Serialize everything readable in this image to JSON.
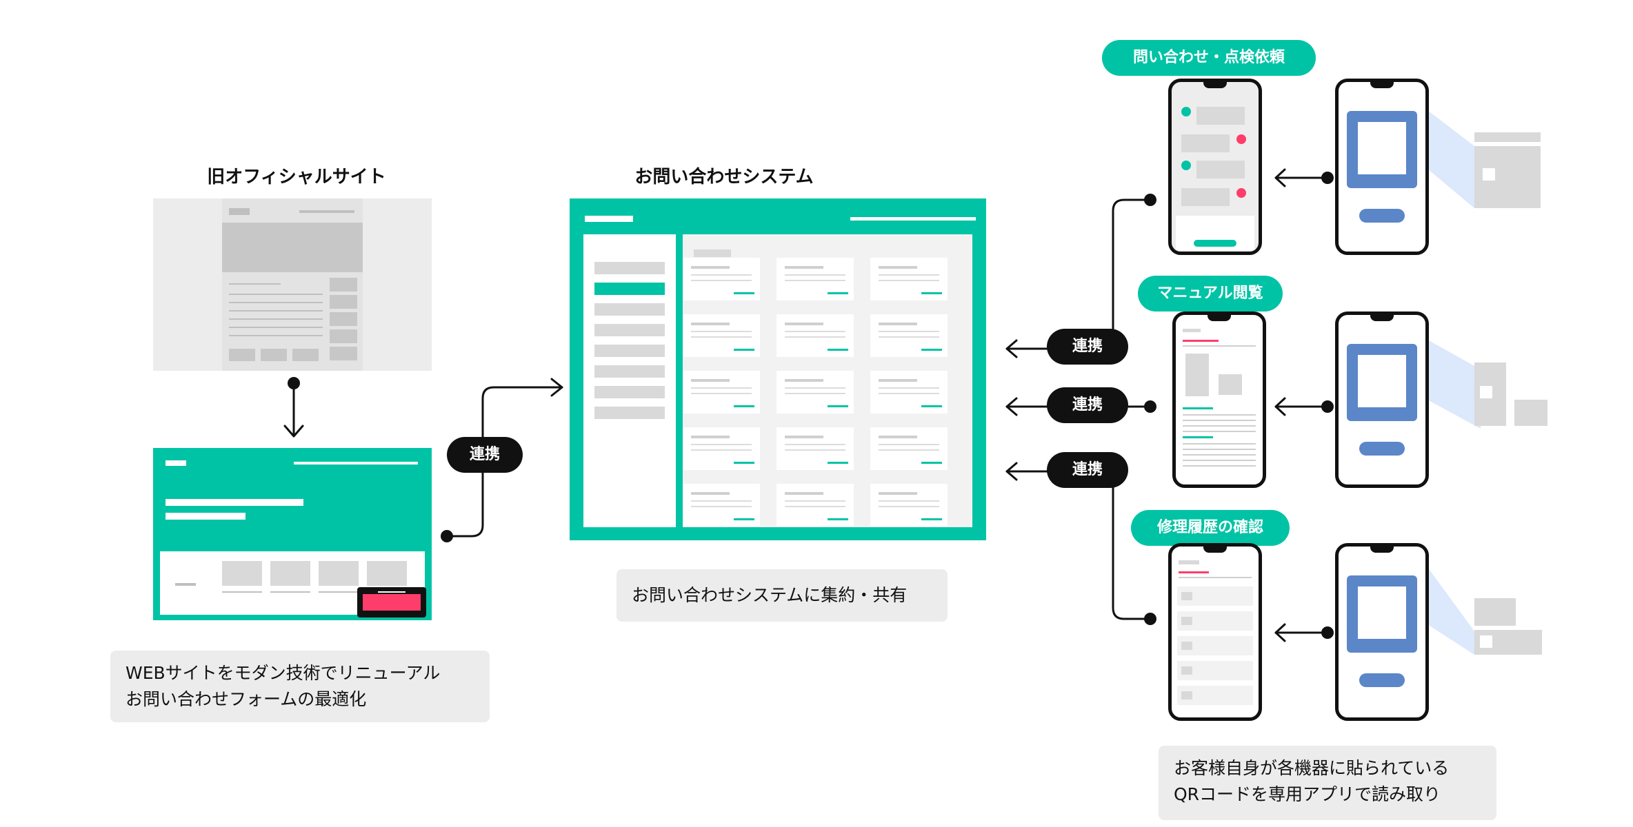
{
  "old_site": {
    "title": "旧オフィシャルサイト"
  },
  "renewal": {
    "note_line1": "WEBサイトをモダン技術でリニューアル",
    "note_line2": "お問い合わせフォームの最適化"
  },
  "system": {
    "title": "お問い合わせシステム",
    "note": "お問い合わせシステムに集約・共有"
  },
  "links": {
    "left": "連携",
    "right_1": "連携",
    "right_2": "連携",
    "right_3": "連携"
  },
  "apps": [
    {
      "label": "問い合わせ・点検依頼"
    },
    {
      "label": "マニュアル閲覧"
    },
    {
      "label": "修理履歴の確認"
    }
  ],
  "customer": {
    "note_line1": "お客様自身が各機器に貼られている",
    "note_line2": "QRコードを専用アプリで読み取り"
  },
  "colors": {
    "accent": "#00c3a5",
    "pink": "#ff3d6a",
    "blue": "#5b86c8",
    "light_blue": "#dce8fb"
  },
  "icons": [
    "arrow-icon",
    "qr-code-icon",
    "phone-icon"
  ]
}
